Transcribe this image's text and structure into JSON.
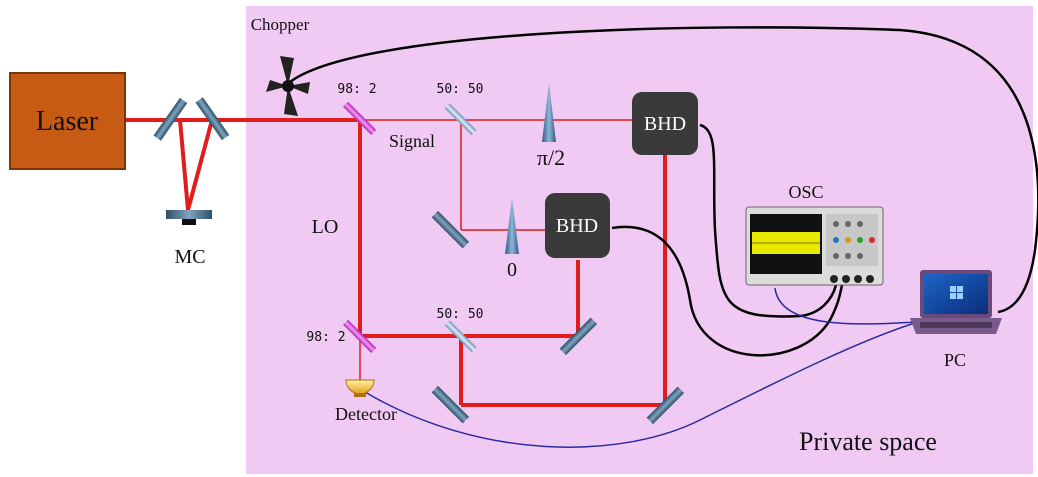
{
  "colors": {
    "private_space_fill": "#f1caf3",
    "laser_fill": "#c75b14",
    "beam": "#e21b1b",
    "bhd_fill": "#3a3a3a",
    "mirror": "#4a6f8a",
    "splitter_magenta": "#cc2fd0",
    "splitter_blue": "#8fb0d0",
    "cable_black": "#000000",
    "cable_blue": "#2a2aa0",
    "osc_screen": "#e8e800"
  },
  "labels": {
    "laser": "Laser",
    "chopper": "Chopper",
    "mc": "MC",
    "signal": "Signal",
    "lo": "LO",
    "detector": "Detector",
    "osc": "OSC",
    "pc": "PC",
    "private_space": "Private space",
    "bhd_top": "BHD",
    "bhd_mid": "BHD",
    "phase_pi2": "π/2",
    "phase_zero": "0",
    "ratio_98_2_top": "98: 2",
    "ratio_50_50_top": "50: 50",
    "ratio_98_2_bottom": "98: 2",
    "ratio_50_50_bottom": "50: 50"
  },
  "icons": {
    "chopper": "chopper-icon",
    "osc": "oscilloscope-icon",
    "pc": "laptop-icon",
    "detector": "photodetector-icon",
    "mc": "mode-cleaner-icon"
  }
}
